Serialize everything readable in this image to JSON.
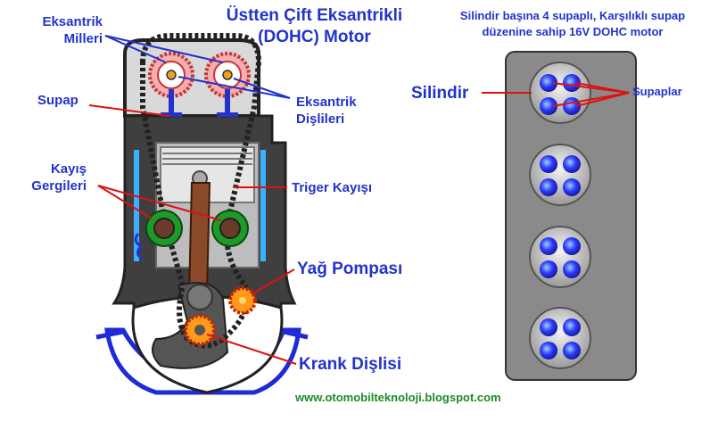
{
  "title_line1": "Üstten Çift Eksantrikli",
  "title_line2": "(DOHC) Motor",
  "right_note_line1": "Silindir başına 4 supaplı, Karşılıklı supap",
  "right_note_line2": "düzenine sahip 16V DOHC motor",
  "labels": {
    "eksantrik_milleri_1": "Eksantrik",
    "eksantrik_milleri_2": "Milleri",
    "supap": "Supap",
    "eksantrik_disli_1": "Eksantrik",
    "eksantrik_disli_2": "Dişlileri",
    "kayis_gergileri_1": "Kayış",
    "kayis_gergileri_2": "Gergileri",
    "triger_kayisi": "Triger Kayışı",
    "yag_pompasi": "Yağ Pompası",
    "krank_dislisi": "Krank Dişlisi",
    "silindir": "Silindir",
    "supaplar": "Supaplar"
  },
  "website": "www.otomobilteknoloji.blogspot.com",
  "cylinder_count": 4,
  "valves_per_cylinder": 4,
  "colors": {
    "label_blue": "#2233cc",
    "pointer_red": "#dd1111",
    "engine_gray": "#4a4a4a",
    "valve_blue": "#2b2bff",
    "tensioner_green": "#22aa22",
    "gear_red": "#e05050",
    "pump_orange": "#ff8c00",
    "website_green": "#1c8a2a"
  }
}
